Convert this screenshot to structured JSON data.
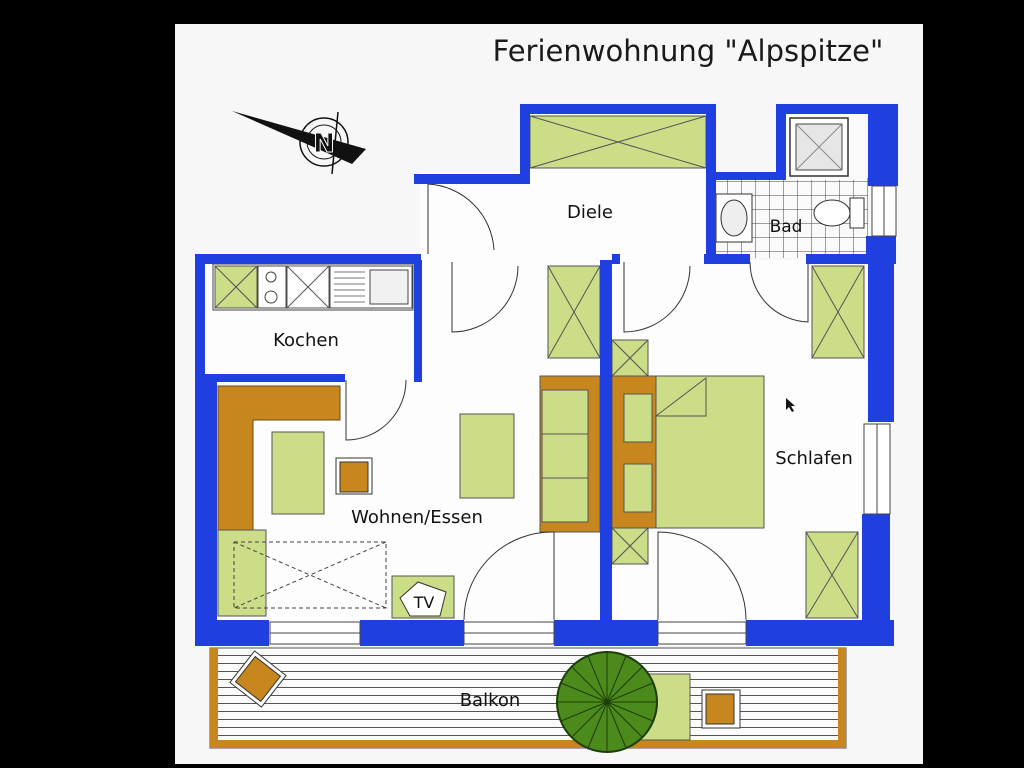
{
  "title": "Ferienwohnung \"Alpspitze\"",
  "compass": {
    "letter": "N"
  },
  "rooms": {
    "diele": "Diele",
    "bad": "Bad",
    "kochen": "Kochen",
    "wohnen": "Wohnen/Essen",
    "schlafen": "Schlafen",
    "balkon": "Balkon"
  },
  "tv_label": "TV",
  "colors": {
    "wall": "#1f3fe0",
    "furniture_green": "#ccdd88",
    "wood": "#c7861e",
    "plant": "#4d8a1c",
    "paper": "#f7f7f7",
    "screen_frame": "#000000"
  }
}
